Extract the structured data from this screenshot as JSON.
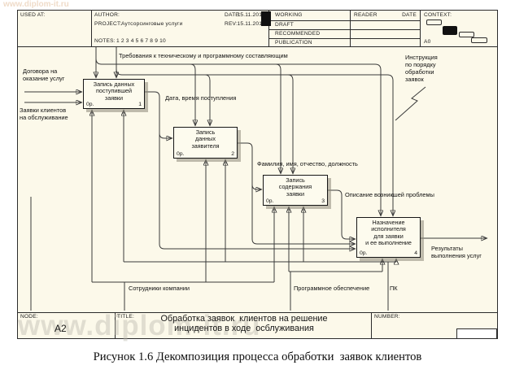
{
  "header": {
    "used_at": "USED AT:",
    "author_label": "AUTHOR:",
    "project_label": "PROJECT:",
    "project_value": "Аутсорсинговые услуги",
    "notes_label": "NOTES:",
    "notes_value": "1 2 3 4 5 6 7 8 9 10",
    "date_label": "DATE:",
    "date_value": "15.11.2012",
    "rev_label": "REV:",
    "rev_value": "15.11.2012",
    "statuses": [
      "WORKING",
      "DRAFT",
      "RECOMMENDED",
      "PUBLICATION"
    ],
    "reader_label": "READER",
    "reader_date_label": "DATE",
    "context_label": "CONTEXT:",
    "context_node": "A0"
  },
  "diagram": {
    "controls": {
      "top_label": "Требования к техническому и программному составляющим",
      "instruction_label": "Инструкция\nпо порядку\nобработки\nзаявок"
    },
    "inputs": {
      "input1": "Договора на\nоказание услуг",
      "input2": "Заявки клиентов\nна обслуживание"
    },
    "boxes": [
      {
        "label": "Запись данных\nпоступившей\nзаявки",
        "cost": "0р.",
        "num": "1"
      },
      {
        "label": "Запись\nданных\nзаявителя",
        "cost": "0р.",
        "num": "2"
      },
      {
        "label": "Запись\nсодержания\nзаявки",
        "cost": "0р.",
        "num": "3"
      },
      {
        "label": "Назначение\nисполнителя\nдля заявки\nи ее выполнение",
        "cost": "0р.",
        "num": "4"
      }
    ],
    "flow_labels": {
      "f1": "Дата, время поступления",
      "f2": "Фамилия, имя, отчество, должность",
      "f3": "Описание возникшей проблемы",
      "output": "Результаты\nвыполнения услуг"
    },
    "mechanisms": {
      "m1": "Сотрудники компании",
      "m2": "Программное обеспечение",
      "m3": "ПК"
    }
  },
  "footer": {
    "node_label": "NODE:",
    "node_value": "A2",
    "title_label": "TITLE:",
    "title_value": "Обработка заявок  клиентов на решение\nинцидентов в ходе  осблуживания",
    "number_label": "NUMBER:"
  },
  "caption": "Рисунок 1.6 Декомпозиция процесса обработки  заявок клиентов",
  "watermark": {
    "text_bottom": "www.diplom-it.ru",
    "text_top": "www.diplom-it.ru"
  },
  "colors": {
    "sheet_bg": "#fcf9ea",
    "line": "#3a3a3a",
    "box_border": "#161616",
    "box_shadow": "#8c8978",
    "watermark": "#b9b7ac"
  }
}
